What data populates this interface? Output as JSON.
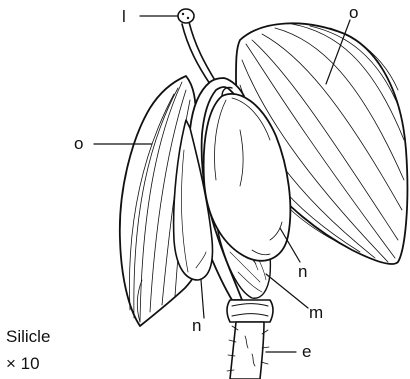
{
  "diagram": {
    "labels": {
      "l": "l",
      "o_top": "o",
      "o_left": "o",
      "n_right": "n",
      "n_left": "n",
      "m": "m",
      "e": "e"
    },
    "caption": {
      "name": "Silicle",
      "magnification": "× 10"
    }
  }
}
